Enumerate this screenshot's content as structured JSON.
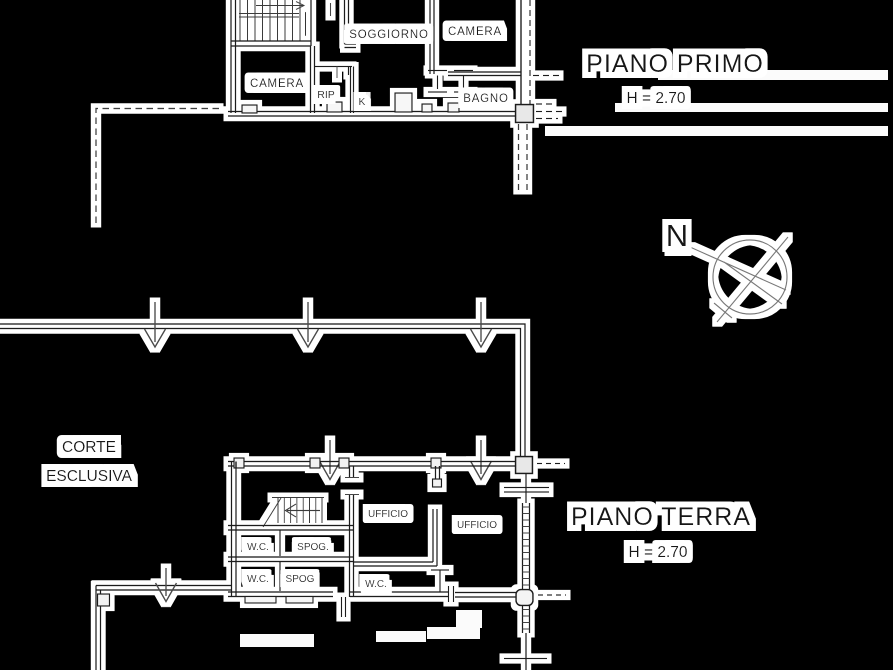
{
  "plan": {
    "first_floor": {
      "title": "PIANO PRIMO",
      "height_note": "H = 2.70",
      "rooms": {
        "soggiorno": "SOGGIORNO",
        "camera_right": "CAMERA",
        "camera_left": "CAMERA",
        "rip": "RIP",
        "kitchen": "K",
        "bagno": "BAGNO"
      }
    },
    "ground_floor": {
      "title": "PIANO TERRA",
      "height_note": "H = 2.70",
      "rooms": {
        "wc_1": "W.C.",
        "spog_1": "SPOG.",
        "wc_2": "W.C.",
        "spog_2": "SPOG",
        "ufficio_1": "UFFICIO",
        "ufficio_2": "UFFICIO",
        "wc_3": "W.C."
      }
    },
    "court": {
      "line1": "CORTE",
      "line2": "ESCLUSIVA"
    },
    "compass": {
      "north": "N"
    }
  },
  "colors": {
    "background": "#000000",
    "paper_halo": "#ffffff",
    "ink": "#1e1e1e",
    "thin_line": "#4a4a4a"
  }
}
